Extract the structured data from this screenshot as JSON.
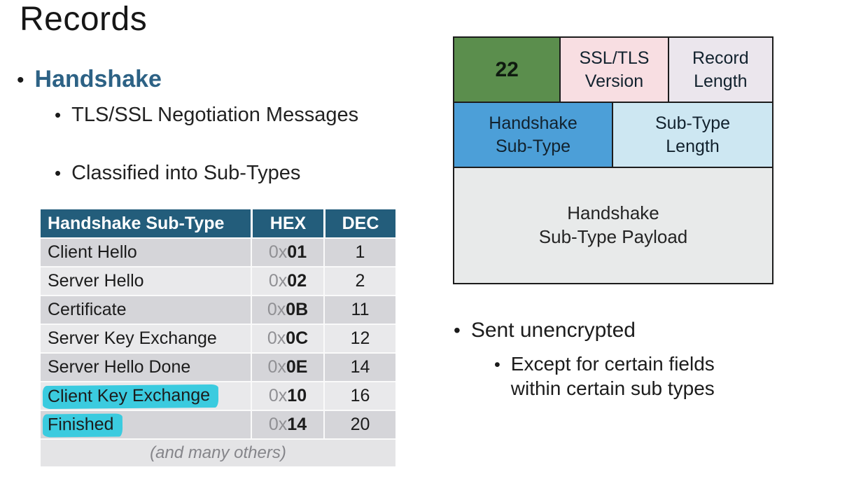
{
  "slide": {
    "title": "Records",
    "bullets": {
      "handshake": "Handshake",
      "sub1": "TLS/SSL Negotiation Messages",
      "sub2": "Classified into Sub-Types",
      "marker_glyph": "•"
    },
    "right_notes": {
      "main": "Sent unencrypted",
      "sub_lines": [
        "Except for certain fields",
        "within certain sub types"
      ]
    }
  },
  "table": {
    "headers": [
      "Handshake Sub-Type",
      "HEX",
      "DEC"
    ],
    "rows": [
      {
        "name": "Client Hello",
        "hex_prefix": "0x",
        "hex": "01",
        "dec": "1"
      },
      {
        "name": "Server Hello",
        "hex_prefix": "0x",
        "hex": "02",
        "dec": "2"
      },
      {
        "name": "Certificate",
        "hex_prefix": "0x",
        "hex": "0B",
        "dec": "11"
      },
      {
        "name": "Server Key Exchange",
        "hex_prefix": "0x",
        "hex": "0C",
        "dec": "12"
      },
      {
        "name": "Server Hello Done",
        "hex_prefix": "0x",
        "hex": "0E",
        "dec": "14"
      },
      {
        "name": "Client Key Exchange",
        "hex_prefix": "0x",
        "hex": "10",
        "dec": "16",
        "highlighted": true
      },
      {
        "name": "Finished",
        "hex_prefix": "0x",
        "hex": "14",
        "dec": "20",
        "highlighted": true
      }
    ],
    "footer": "(and many others)"
  },
  "diagram": {
    "record_type": "22",
    "version": [
      "SSL/TLS",
      "Version"
    ],
    "record_length": [
      "Record",
      "Length"
    ],
    "handshake_subtype": [
      "Handshake",
      "Sub-Type"
    ],
    "subtype_length": [
      "Sub-Type",
      "Length"
    ],
    "payload": [
      "Handshake",
      "Sub-Type Payload"
    ]
  },
  "colors": {
    "table_header": "#235d7b",
    "highlight_cyan": "#3bcbdf",
    "handshake_heading": "#2d6285",
    "box_green": "#5b8e4d",
    "box_pink": "#f8dee2",
    "box_lavender": "#ebe6ed",
    "box_blue": "#4c9fd8",
    "box_light_blue": "#cde7f2",
    "box_payload_gray": "#e8eaea",
    "row_dark": "#d5d5d9",
    "row_light": "#e9e9eb"
  }
}
